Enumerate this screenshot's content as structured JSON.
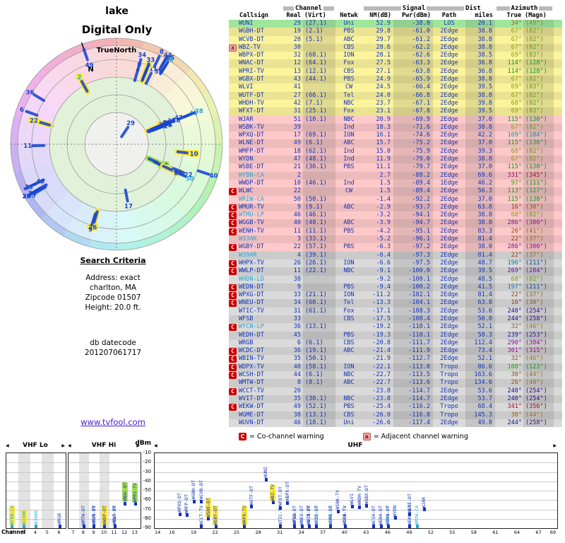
{
  "title": {
    "line1": "lake",
    "line2": "Digital Only"
  },
  "polar": {
    "true_north_label": "TrueNorth",
    "n_label": "N"
  },
  "search": {
    "heading": "Search Criteria",
    "lines": [
      "Address: exact",
      "charlton, MA",
      "Zipcode 01507",
      "Height: 20.0 ft."
    ],
    "datecode_label": "db datecode",
    "datecode": "201207061717",
    "link": "www.tvfool.com"
  },
  "legend": {
    "co_symbol": "C",
    "co_text": "= Co-channel warning",
    "adj_symbol": "a",
    "adj_text": "= Adjacent channel warning"
  },
  "table": {
    "groups": {
      "channel": "Channel",
      "signal": "Signal",
      "dist": "Dist",
      "azimuth": "Azimuth"
    },
    "cols": {
      "callsign": "Callsign",
      "real": "Real",
      "virt": "(Virt)",
      "netwk": "Netwk",
      "nm": "NM(dB)",
      "pwr": "Pwr(dBm)",
      "path": "Path",
      "miles": "miles",
      "true": "True",
      "magn": "(Magn)"
    },
    "rows": [
      {
        "m": "",
        "call": "WUNI",
        "real": "29",
        "virt": "(27.1)",
        "net": "Uni",
        "nm": "52.9",
        "pwr": "-38.0",
        "path": "LOS",
        "mi": "20.1",
        "azt": 34,
        "azm": 49,
        "tier": "green",
        "lp": false,
        "hl": ""
      },
      {
        "m": "",
        "call": "WGBH-DT",
        "real": "19",
        "virt": "(2.1)",
        "net": "PBS",
        "nm": "29.8",
        "pwr": "-61.0",
        "path": "2Edge",
        "mi": "38.8",
        "azt": 67,
        "azm": 82,
        "tier": "yellow",
        "lp": false,
        "hl": ""
      },
      {
        "m": "",
        "call": "WCVB-DT",
        "real": "20",
        "virt": "(5.1)",
        "net": "ABC",
        "nm": "29.7",
        "pwr": "-61.2",
        "path": "2Edge",
        "mi": "38.8",
        "azt": 67,
        "azm": 82,
        "tier": "yellow",
        "lp": false,
        "hl": ""
      },
      {
        "m": "a",
        "call": "WBZ-TV",
        "real": "30",
        "virt": "",
        "net": "CBS",
        "nm": "28.6",
        "pwr": "-62.2",
        "path": "2Edge",
        "mi": "38.8",
        "azt": 67,
        "azm": 82,
        "tier": "yellow",
        "lp": false,
        "hl": "y"
      },
      {
        "m": "",
        "call": "WBPX-DT",
        "real": "32",
        "virt": "(68.1)",
        "net": "ION",
        "nm": "28.1",
        "pwr": "-62.6",
        "path": "2Edge",
        "mi": "38.5",
        "azt": 69,
        "azm": 83,
        "tier": "yellow",
        "lp": false,
        "hl": ""
      },
      {
        "m": "",
        "call": "WNAC-DT",
        "real": "12",
        "virt": "(64.1)",
        "net": "Fox",
        "nm": "27.5",
        "pwr": "-63.3",
        "path": "2Edge",
        "mi": "36.8",
        "azt": 114,
        "azm": 128,
        "tier": "yellow",
        "lp": false,
        "hl": "g"
      },
      {
        "m": "",
        "call": "WPRI-TV",
        "real": "13",
        "virt": "(12.1)",
        "net": "CBS",
        "nm": "27.1",
        "pwr": "-63.8",
        "path": "2Edge",
        "mi": "36.8",
        "azt": 114,
        "azm": 128,
        "tier": "yellow",
        "lp": false,
        "hl": "g"
      },
      {
        "m": "",
        "call": "WGBX-DT",
        "real": "43",
        "virt": "(44.1)",
        "net": "PBS",
        "nm": "24.9",
        "pwr": "-65.9",
        "path": "2Edge",
        "mi": "38.8",
        "azt": 67,
        "azm": 82,
        "tier": "yellow",
        "lp": false,
        "hl": ""
      },
      {
        "m": "",
        "call": "WLVI",
        "real": "41",
        "virt": "",
        "net": "CW",
        "nm": "24.5",
        "pwr": "-66.4",
        "path": "2Edge",
        "mi": "39.5",
        "azt": 69,
        "azm": 83,
        "tier": "yellow",
        "lp": false,
        "hl": ""
      },
      {
        "m": "",
        "call": "WUTF-DT",
        "real": "27",
        "virt": "(66.1)",
        "net": "Tel",
        "nm": "24.0",
        "pwr": "-66.8",
        "path": "2Edge",
        "mi": "38.8",
        "azt": 67,
        "azm": 82,
        "tier": "yellow",
        "lp": false,
        "hl": ""
      },
      {
        "m": "",
        "call": "WHDH-TV",
        "real": "42",
        "virt": "(7.1)",
        "net": "NBC",
        "nm": "23.7",
        "pwr": "-67.1",
        "path": "2Edge",
        "mi": "39.8",
        "azt": 68,
        "azm": 82,
        "tier": "yellow",
        "lp": false,
        "hl": ""
      },
      {
        "m": "",
        "call": "WFXT-DT",
        "real": "31",
        "virt": "(25.1)",
        "net": "Fox",
        "nm": "23.1",
        "pwr": "-67.8",
        "path": "2Edge",
        "mi": "39.5",
        "azt": 69,
        "azm": 83,
        "tier": "yellow",
        "lp": false,
        "hl": ""
      },
      {
        "m": "",
        "call": "WJAR",
        "real": "51",
        "virt": "(10.1)",
        "net": "NBC",
        "nm": "20.9",
        "pwr": "-69.9",
        "path": "2Edge",
        "mi": "37.0",
        "azt": 115,
        "azm": 130,
        "tier": "pink",
        "lp": false,
        "hl": ""
      },
      {
        "m": "",
        "call": "WSBK-TV",
        "real": "39",
        "virt": "",
        "net": "Ind",
        "nm": "18.3",
        "pwr": "-71.6",
        "path": "2Edge",
        "mi": "38.8",
        "azt": 67,
        "azm": 82,
        "tier": "pink",
        "lp": false,
        "hl": ""
      },
      {
        "m": "",
        "call": "WPXQ-DT",
        "real": "17",
        "virt": "(69.1)",
        "net": "ION",
        "nm": "16.1",
        "pwr": "-74.6",
        "path": "2Edge",
        "mi": "42.2",
        "azt": 169,
        "azm": 184,
        "tier": "pink",
        "lp": false,
        "hl": ""
      },
      {
        "m": "",
        "call": "WLNE-DT",
        "real": "49",
        "virt": "(6.1)",
        "net": "ABC",
        "nm": "15.7",
        "pwr": "-75.2",
        "path": "2Edge",
        "mi": "37.0",
        "azt": 115,
        "azm": 130,
        "tier": "pink",
        "lp": false,
        "hl": ""
      },
      {
        "m": "",
        "call": "WMFP-DT",
        "real": "18",
        "virt": "(62.1)",
        "net": "Ind",
        "nm": "15.0",
        "pwr": "-75.9",
        "path": "2Edge",
        "mi": "39.3",
        "azt": 68,
        "azm": 82,
        "tier": "pink",
        "lp": false,
        "hl": ""
      },
      {
        "m": "",
        "call": "WYDN",
        "real": "47",
        "virt": "(48.1)",
        "net": "Ind",
        "nm": "11.9",
        "pwr": "-79.0",
        "path": "2Edge",
        "mi": "38.8",
        "azt": 67,
        "azm": 82,
        "tier": "pink",
        "lp": false,
        "hl": ""
      },
      {
        "m": "",
        "call": "WSBE-DT",
        "real": "21",
        "virt": "(36.1)",
        "net": "PBS",
        "nm": "11.1",
        "pwr": "-79.7",
        "path": "2Edge",
        "mi": "37.0",
        "azt": 115,
        "azm": 130,
        "tier": "pink",
        "lp": false,
        "hl": "y"
      },
      {
        "m": "",
        "call": "WYBN-CA",
        "real": "2",
        "virt": "",
        "net": "",
        "nm": "2.7",
        "pwr": "-88.2",
        "path": "2Edge",
        "mi": "69.6",
        "azt": 331,
        "azm": 345,
        "tier": "pink",
        "lp": true,
        "hl": "y"
      },
      {
        "m": "",
        "call": "WWDP-DT",
        "real": "10",
        "virt": "(46.1)",
        "net": "Ind",
        "nm": "1.5",
        "pwr": "-89.4",
        "path": "1Edge",
        "mi": "46.2",
        "azt": 97,
        "azm": 111,
        "tier": "pink",
        "lp": false,
        "hl": "y"
      },
      {
        "m": "C",
        "call": "WLWC",
        "real": "22",
        "virt": "",
        "net": "CW",
        "nm": "1.5",
        "pwr": "-89.4",
        "path": "2Edge",
        "mi": "56.3",
        "azt": 113,
        "azm": 127,
        "tier": "pink",
        "lp": false,
        "hl": ""
      },
      {
        "m": "",
        "call": "WRIW-CA",
        "real": "50",
        "virt": "(50.1)",
        "net": "",
        "nm": "-1.4",
        "pwr": "-92.2",
        "path": "2Edge",
        "mi": "37.0",
        "azt": 115,
        "azm": 130,
        "tier": "pink",
        "lp": true,
        "hl": ""
      },
      {
        "m": "C",
        "call": "WMUR-TV",
        "real": "9",
        "virt": "(9.1)",
        "net": "ABC",
        "nm": "-2.9",
        "pwr": "-93.7",
        "path": "2Edge",
        "mi": "63.8",
        "azt": 16,
        "azm": 30,
        "tier": "pink",
        "lp": false,
        "hl": ""
      },
      {
        "m": "C",
        "call": "WTMU-LP",
        "real": "46",
        "virt": "(46.1)",
        "net": "",
        "nm": "-3.2",
        "pwr": "-94.1",
        "path": "2Edge",
        "mi": "38.8",
        "azt": 68,
        "azm": 82,
        "tier": "pink",
        "lp": true,
        "hl": ""
      },
      {
        "m": "C",
        "call": "WGGB-TV",
        "real": "40",
        "virt": "(40.1)",
        "net": "ABC",
        "nm": "-3.9",
        "pwr": "-94.7",
        "path": "2Edge",
        "mi": "38.8",
        "azt": 286,
        "azm": 300,
        "tier": "pink",
        "lp": false,
        "hl": ""
      },
      {
        "m": "C",
        "call": "WENH-TV",
        "real": "11",
        "virt": "(11.1)",
        "net": "PBS",
        "nm": "-4.2",
        "pwr": "-95.1",
        "path": "2Edge",
        "mi": "83.3",
        "azt": 26,
        "azm": 41,
        "tier": "pink",
        "lp": false,
        "hl": ""
      },
      {
        "m": "",
        "call": "W33AK",
        "real": "3",
        "virt": "(33.1)",
        "net": "",
        "nm": "-5.2",
        "pwr": "-96.1",
        "path": "2Edge",
        "mi": "81.4",
        "azt": 22,
        "azm": 37,
        "tier": "pink",
        "lp": true,
        "hl": "y"
      },
      {
        "m": "C",
        "call": "WGBY-DT",
        "real": "22",
        "virt": "(57.1)",
        "net": "PBS",
        "nm": "-6.3",
        "pwr": "-97.2",
        "path": "2Edge",
        "mi": "38.0",
        "azt": 286,
        "azm": 300,
        "tier": "pink",
        "lp": false,
        "hl": "y"
      },
      {
        "m": "",
        "call": "W39AR",
        "real": "4",
        "virt": "(39.1)",
        "net": "",
        "nm": "-6.4",
        "pwr": "-97.3",
        "path": "2Edge",
        "mi": "81.4",
        "azt": 22,
        "azm": 37,
        "tier": "gray",
        "lp": true,
        "hl": ""
      },
      {
        "m": "C",
        "call": "WHPX-TV",
        "real": "26",
        "virt": "(26.1)",
        "net": "ION",
        "nm": "-6.6",
        "pwr": "-97.5",
        "path": "2Edge",
        "mi": "48.7",
        "azt": 196,
        "azm": 211,
        "tier": "gray",
        "lp": false,
        "hl": "y"
      },
      {
        "m": "C",
        "call": "WWLP-DT",
        "real": "11",
        "virt": "(22.1)",
        "net": "NBC",
        "nm": "-9.1",
        "pwr": "-100.0",
        "path": "2Edge",
        "mi": "39.5",
        "azt": 269,
        "azm": 284,
        "tier": "gray",
        "lp": false,
        "hl": ""
      },
      {
        "m": "",
        "call": "WHDN-LD",
        "real": "38",
        "virt": "",
        "net": "",
        "nm": "-9.2",
        "pwr": "-100.1",
        "path": "2Edge",
        "mi": "48.5",
        "azt": 68,
        "azm": 82,
        "tier": "gray",
        "lp": true,
        "hl": ""
      },
      {
        "m": "C",
        "call": "WEDN-DT",
        "real": "9",
        "virt": "",
        "net": "PBS",
        "nm": "-9.4",
        "pwr": "-100.2",
        "path": "2Edge",
        "mi": "41.5",
        "azt": 197,
        "azm": 211,
        "tier": "gray",
        "lp": false,
        "hl": ""
      },
      {
        "m": "C",
        "call": "WPXG-DT",
        "real": "33",
        "virt": "(21.1)",
        "net": "ION",
        "nm": "-11.2",
        "pwr": "-102.1",
        "path": "2Edge",
        "mi": "81.4",
        "azt": 22,
        "azm": 37,
        "tier": "gray",
        "lp": false,
        "hl": ""
      },
      {
        "m": "C",
        "call": "WNEU-DT",
        "real": "34",
        "virt": "(60.1)",
        "net": "Tel",
        "nm": "-13.3",
        "pwr": "-104.1",
        "path": "2Edge",
        "mi": "63.8",
        "azt": 16,
        "azm": 30,
        "tier": "gray",
        "lp": false,
        "hl": ""
      },
      {
        "m": "",
        "call": "WTIC-TV",
        "real": "31",
        "virt": "(61.1)",
        "net": "Fox",
        "nm": "-17.1",
        "pwr": "-108.3",
        "path": "2Edge",
        "mi": "53.6",
        "azt": 240,
        "azm": 254,
        "tier": "gray",
        "lp": false,
        "hl": ""
      },
      {
        "m": "",
        "call": "WFSB",
        "real": "33",
        "virt": "",
        "net": "CBS",
        "nm": "-17.5",
        "pwr": "-108.4",
        "path": "2Edge",
        "mi": "50.0",
        "azt": 244,
        "azm": 258,
        "tier": "gray",
        "lp": false,
        "hl": ""
      },
      {
        "m": "C",
        "call": "WYCN-LP",
        "real": "36",
        "virt": "(13.1)",
        "net": "",
        "nm": "-19.2",
        "pwr": "-110.1",
        "path": "2Edge",
        "mi": "52.1",
        "azt": 32,
        "azm": 46,
        "tier": "gray",
        "lp": true,
        "hl": ""
      },
      {
        "m": "",
        "call": "WEDH-DT",
        "real": "45",
        "virt": "",
        "net": "PBS",
        "nm": "-19.3",
        "pwr": "-110.1",
        "path": "2Edge",
        "mi": "58.3",
        "azt": 239,
        "azm": 253,
        "tier": "gray",
        "lp": false,
        "hl": ""
      },
      {
        "m": "",
        "call": "WRGB",
        "real": "6",
        "virt": "(6.1)",
        "net": "CBS",
        "nm": "-20.8",
        "pwr": "-111.7",
        "path": "2Edge",
        "mi": "112.4",
        "azt": 290,
        "azm": 304,
        "tier": "gray",
        "lp": false,
        "hl": ""
      },
      {
        "m": "C",
        "call": "WCDC-DT",
        "real": "36",
        "virt": "(19.1)",
        "net": "ABC",
        "nm": "-21.4",
        "pwr": "-111.9",
        "path": "2Edge",
        "mi": "73.4",
        "azt": 301,
        "azm": 315,
        "tier": "gray",
        "lp": false,
        "hl": ""
      },
      {
        "m": "C",
        "call": "WBIN-TV",
        "real": "35",
        "virt": "(50.1)",
        "net": "",
        "nm": "-21.9",
        "pwr": "-112.7",
        "path": "2Edge",
        "mi": "52.1",
        "azt": 32,
        "azm": 46,
        "tier": "gray",
        "lp": false,
        "hl": ""
      },
      {
        "m": "C",
        "call": "WDPX-TV",
        "real": "40",
        "virt": "(58.1)",
        "net": "ION",
        "nm": "-22.1",
        "pwr": "-113.0",
        "path": "Tropo",
        "mi": "86.6",
        "azt": 108,
        "azm": 123,
        "tier": "gray",
        "lp": false,
        "hl": ""
      },
      {
        "m": "C",
        "call": "WCSH-DT",
        "real": "44",
        "virt": "(6.1)",
        "net": "NBC",
        "nm": "-22.7",
        "pwr": "-113.5",
        "path": "Tropo",
        "mi": "163.6",
        "azt": 30,
        "azm": 44,
        "tier": "gray",
        "lp": false,
        "hl": ""
      },
      {
        "m": "",
        "call": "WMTW-DT",
        "real": "8",
        "virt": "(8.1)",
        "net": "ABC",
        "nm": "-22.7",
        "pwr": "-113.6",
        "path": "Tropo",
        "mi": "134.6",
        "azt": 26,
        "azm": 40,
        "tier": "gray",
        "lp": false,
        "hl": ""
      },
      {
        "m": "C",
        "call": "WCCT-TV",
        "real": "20",
        "virt": "",
        "net": "",
        "nm": "-23.8",
        "pwr": "-114.7",
        "path": "2Edge",
        "mi": "53.6",
        "azt": 240,
        "azm": 254,
        "tier": "gray",
        "lp": false,
        "hl": ""
      },
      {
        "m": "",
        "call": "WVIT-DT",
        "real": "35",
        "virt": "(30.1)",
        "net": "NBC",
        "nm": "-23.8",
        "pwr": "-114.7",
        "path": "2Edge",
        "mi": "53.7",
        "azt": 240,
        "azm": 254,
        "tier": "gray",
        "lp": false,
        "hl": ""
      },
      {
        "m": "C",
        "call": "WEKW-DT",
        "real": "49",
        "virt": "(52.1)",
        "net": "PBS",
        "nm": "-25.4",
        "pwr": "-116.2",
        "path": "Tropo",
        "mi": "68.4",
        "azt": 341,
        "azm": 356,
        "tier": "gray",
        "lp": false,
        "hl": ""
      },
      {
        "m": "",
        "call": "WGME-DT",
        "real": "38",
        "virt": "(13.1)",
        "net": "CBS",
        "nm": "-26.0",
        "pwr": "-116.8",
        "path": "Tropo",
        "mi": "145.3",
        "azt": 30,
        "azm": 44,
        "tier": "gray",
        "lp": false,
        "hl": ""
      },
      {
        "m": "",
        "call": "WUVN-DT",
        "real": "46",
        "virt": "(18.1)",
        "net": "Uni",
        "nm": "-26.6",
        "pwr": "-117.4",
        "path": "2Edge",
        "mi": "49.8",
        "azt": 244,
        "azm": 258,
        "tier": "gray",
        "lp": false,
        "hl": ""
      }
    ]
  },
  "spectrum": {
    "dbm_label": "dBm",
    "y_ticks": [
      "-10",
      "-20",
      "-30",
      "-40",
      "-50",
      "-60",
      "-70",
      "-80",
      "-90"
    ],
    "channel_label": "Channel",
    "panels": [
      {
        "name": "VHF Lo",
        "min": 2,
        "max": 6,
        "ticks": [
          2,
          3,
          4,
          5,
          6
        ],
        "shaded": [
          3,
          5
        ]
      },
      {
        "name": "VHF Hi",
        "min": 7,
        "max": 13,
        "ticks": [
          7,
          8,
          9,
          10,
          11,
          12,
          13
        ],
        "shaded": [
          8,
          10
        ]
      },
      {
        "name": "UHF",
        "min": 14,
        "max": 69,
        "ticks": [
          14,
          16,
          19,
          22,
          25,
          28,
          31,
          34,
          37,
          40,
          43,
          46,
          49,
          52,
          55,
          58,
          61,
          64,
          67,
          69
        ],
        "shaded": []
      }
    ]
  },
  "colors": {
    "accent_blue": "#1133bb",
    "lp_cyan": "#2aa7d4",
    "co_red": "#cc0000",
    "adj_pink": "#f2a7a7",
    "tier_green": "#9fe69b",
    "tier_yellow": "#fcf49c",
    "tier_pink": "#ffc9c9",
    "tier_gray": "#dadada",
    "hl_yellow": "#ffe83d",
    "hl_green": "#a5de52"
  }
}
